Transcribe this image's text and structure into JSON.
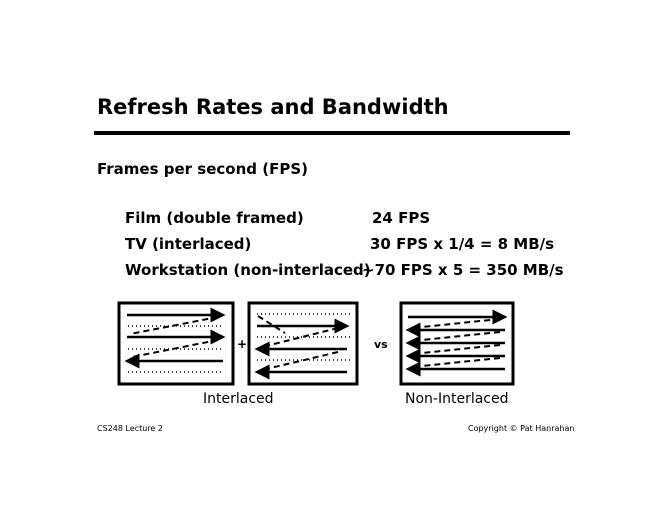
{
  "title": "Refresh Rates and Bandwidth",
  "subtitle": "Frames per second (FPS)",
  "rows": [
    {
      "label": "Film (double framed)",
      "value": "24 FPS"
    },
    {
      "label": "TV (interlaced)",
      "value": "30 FPS x 1/4 = 8 MB/s"
    },
    {
      "label": "Workstation (non-interlaced)",
      "value": "~70 FPS x 5 = 350 MB/s"
    }
  ],
  "diagram": {
    "plus": "+",
    "vs": "vs",
    "interlaced_label": "Interlaced",
    "noninterlaced_label": "Non-Interlaced"
  },
  "footer": {
    "left": "CS248 Lecture 2",
    "right": "Copyright © Pat Hanrahan"
  }
}
